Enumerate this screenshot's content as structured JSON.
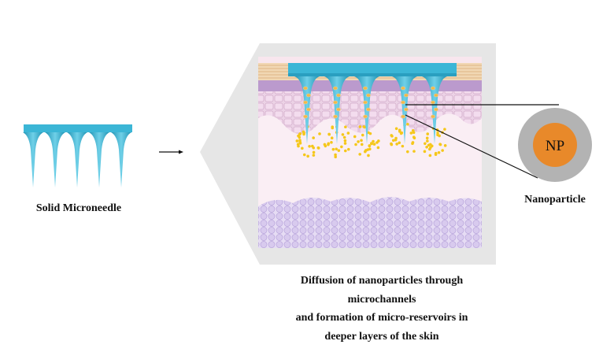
{
  "labels": {
    "solid_microneedle": "Solid Microneedle",
    "nanoparticle": "Nanoparticle",
    "np": "NP",
    "caption": [
      "Diffusion of nanoparticles through",
      "microchannels",
      "and formation of micro-reservoirs in",
      "deeper layers of the skin"
    ]
  },
  "colors": {
    "needle": "#3bb6d6",
    "needle_dark": "#1f93b4",
    "particle": "#f5c71a",
    "np_core": "#e8892a",
    "np_shell": "#b3b3b3",
    "frame": "#e6e6e6",
    "stratum": "#edc99a",
    "epidermis_top": "#b592c8",
    "epidermis": "#e6cde2",
    "dermis": "#faeef4",
    "fat": "#d9cdee"
  }
}
